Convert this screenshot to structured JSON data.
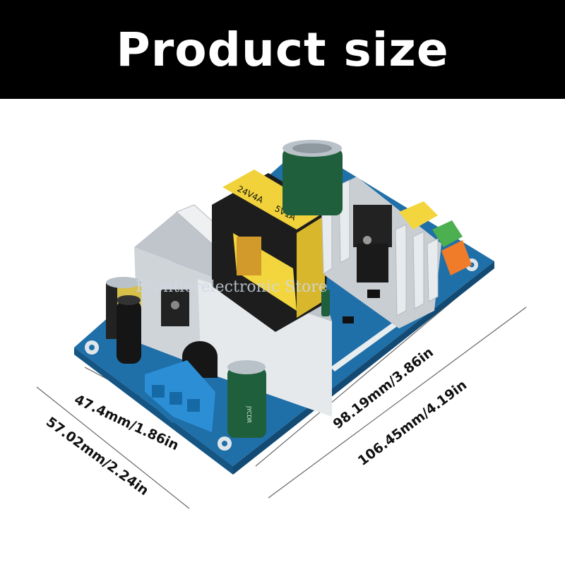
{
  "header": {
    "title": "Product size"
  },
  "product": {
    "transformer_label_1": "24V4A",
    "transformer_label_2": "5V1A",
    "capacitor_label": "JYCDR",
    "watermark": "Frontierelectronic Store"
  },
  "dimensions": {
    "inner_width": "47.4mm/1.86in",
    "outer_width": "57.02mm/2.24in",
    "inner_length": "98.19mm/3.86in",
    "outer_length": "106.45mm/4.19in"
  },
  "colors": {
    "pcb": "#1f6fa8",
    "heatsink": "#d9dde2",
    "transformer": "#f1d23b",
    "capacitor_green": "#1f5f3b",
    "terminal_blue": "#2c8fd6",
    "terminal_green": "#4caf50",
    "terminal_orange": "#f07c2a"
  }
}
